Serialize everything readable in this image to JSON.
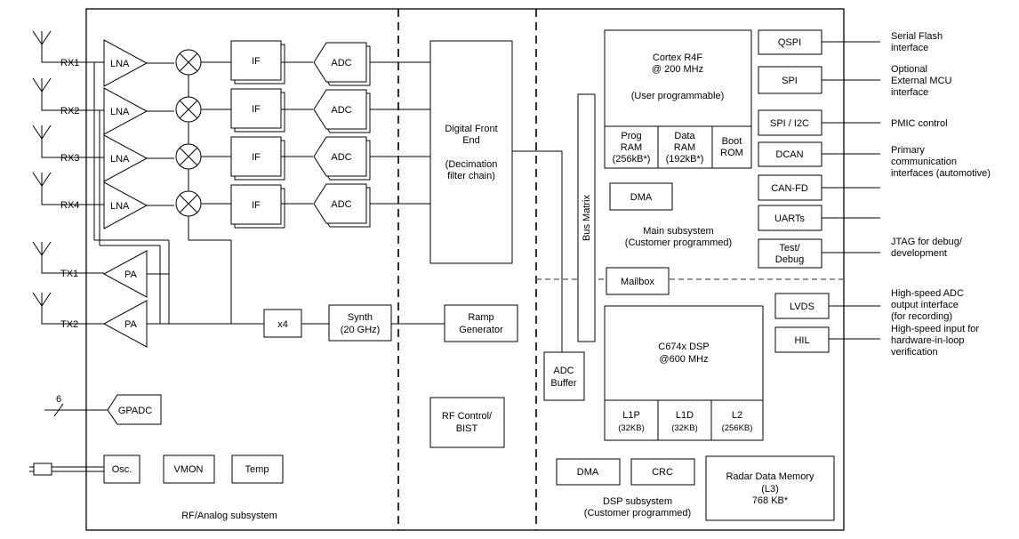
{
  "blocks": {
    "rx": [
      "RX1",
      "RX2",
      "RX3",
      "RX4"
    ],
    "tx": [
      "TX1",
      "TX2"
    ],
    "lna": "LNA",
    "if_label": "IF",
    "adc": "ADC",
    "pa": "PA",
    "x4": "x4",
    "synth": [
      "Synth",
      "(20 GHz)"
    ],
    "ramp": [
      "Ramp",
      "Generator"
    ],
    "dfe": [
      "Digital Front",
      "End",
      "",
      "(Decimation",
      "filter chain)"
    ],
    "bus_matrix": "Bus Matrix",
    "adc_buffer": [
      "ADC",
      "Buffer"
    ],
    "rf_control": [
      "RF Control/",
      "BIST"
    ],
    "gpadc": "GPADC",
    "gpadc_bus_width": "6",
    "osc": "Osc.",
    "vmon": "VMON",
    "temp": "Temp",
    "rf_analog_subsystem": "RF/Analog subsystem",
    "cortex": [
      "Cortex R4F",
      "@ 200 MHz",
      "",
      "(User programmable)"
    ],
    "prog_ram": [
      "Prog",
      "RAM",
      "(256kB*)"
    ],
    "data_ram": [
      "Data",
      "RAM",
      "(192kB*)"
    ],
    "boot_rom": [
      "Boot",
      "ROM"
    ],
    "dma_main": "DMA",
    "main_subsystem": [
      "Main subsystem",
      "(Customer programmed)"
    ],
    "mailbox": "Mailbox",
    "dsp": [
      "C674x DSP",
      "@600 MHz"
    ],
    "l1p": [
      "L1P",
      "(32KB)"
    ],
    "l1d": [
      "L1D",
      "(32KB)"
    ],
    "l2": [
      "L2",
      "(256KB)"
    ],
    "dma_dsp": "DMA",
    "crc": "CRC",
    "dsp_subsystem": [
      "DSP subsystem",
      "(Customer programmed)"
    ],
    "radar_memory": [
      "Radar Data Memory",
      "(L3)",
      "768 KB*"
    ],
    "qspi": "QSPI",
    "spi": "SPI",
    "spi_i2c": "SPI / I2C",
    "dcan": "DCAN",
    "canfd": "CAN-FD",
    "uarts": "UARTs",
    "test_debug": [
      "Test/",
      "Debug"
    ],
    "lvds": "LVDS",
    "hil": "HIL"
  },
  "external_labels": {
    "serial_flash": [
      "Serial Flash",
      "interface"
    ],
    "external_mcu": [
      "Optional",
      "External MCU",
      "interface"
    ],
    "pmic": [
      "PMIC control"
    ],
    "primary_comm": [
      "Primary",
      "communication",
      "interfaces (automotive)"
    ],
    "jtag": [
      "JTAG for debug/",
      "development"
    ],
    "hs_adc": [
      "High-speed ADC",
      "output interface",
      "(for recording)"
    ],
    "hs_input": [
      "High-speed input for",
      "hardware-in-loop",
      "verification"
    ]
  }
}
